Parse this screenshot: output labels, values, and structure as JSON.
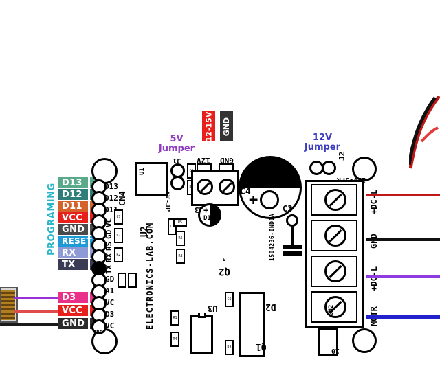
{
  "board": {
    "title": "ELECTRONICS-LAB.COM",
    "watermark": "ELECTRONICS-LAB.COM",
    "part_marking": "1504236-IND1A"
  },
  "programming_header": {
    "group_label": "PROGRAMING",
    "group_color": "#29b6c8",
    "pins": [
      {
        "label": "D13",
        "color": "#5aa98b",
        "silk": "D13"
      },
      {
        "label": "D12",
        "color": "#2e7d78",
        "silk": "D12"
      },
      {
        "label": "D11",
        "color": "#d4622a",
        "silk": "D11"
      },
      {
        "label": "VCC",
        "color": "#e8201c",
        "silk": "VC"
      },
      {
        "label": "GND",
        "color": "#4a4a4a",
        "silk": "GD"
      },
      {
        "label": "RESET",
        "color": "#1e9ad6",
        "silk": "RS"
      },
      {
        "label": "RX",
        "color": "#8d9ad6",
        "silk": "RX"
      },
      {
        "label": "TX",
        "color": "#3b3b55",
        "silk": "TX"
      }
    ],
    "connector_ref": "CN4"
  },
  "aux_header": {
    "silks": [
      "GD",
      "A1",
      "VC"
    ],
    "pins": [
      {
        "label": "D3",
        "color": "#e8308a",
        "wire_color": "#9b30d9"
      },
      {
        "label": "VCC",
        "color": "#e8201c",
        "wire_color": "#e04c4c"
      },
      {
        "label": "GND",
        "color": "#2b2b2b",
        "wire_color": "#1a1a1a"
      }
    ],
    "silks_lower": [
      "D3",
      "VC",
      "GD"
    ],
    "connector_ref": "CN6"
  },
  "jumpers": [
    {
      "name": "5V Jumper",
      "color": "#8e3bbf",
      "ref": "J1",
      "silk": "5V-JP",
      "line1": "5V",
      "line2": "Jumper"
    },
    {
      "name": "12V Jumper",
      "color": "#3b3bbf",
      "ref": "J2",
      "silk": "12V-JPR",
      "line1": "12V",
      "line2": "Jumper"
    }
  ],
  "power_input": {
    "labels": [
      {
        "text": "12-15V",
        "bg": "#e8201c"
      },
      {
        "text": "GND",
        "bg": "#333333"
      }
    ],
    "silk_12v": "12V",
    "silk_gnd": "GND",
    "connector_ref": "CN3"
  },
  "terminal_block": {
    "ref": "CN2",
    "terminals": [
      {
        "label": "+DC-L",
        "wire_color": "#c01818"
      },
      {
        "label": "GND",
        "wire_color": "#111111"
      },
      {
        "label": "+DC-L",
        "wire_color": "#8e3bdf"
      },
      {
        "label": "MOTR",
        "wire_color": "#2222cc"
      }
    ]
  },
  "components": [
    {
      "ref": "U1"
    },
    {
      "ref": "U2"
    },
    {
      "ref": "U3"
    },
    {
      "ref": "C1"
    },
    {
      "ref": "C2"
    },
    {
      "ref": "C3"
    },
    {
      "ref": "C4"
    },
    {
      "ref": "C5"
    },
    {
      "ref": "C6"
    },
    {
      "ref": "C7"
    },
    {
      "ref": "R1"
    },
    {
      "ref": "R2"
    },
    {
      "ref": "R3"
    },
    {
      "ref": "R4"
    },
    {
      "ref": "R5"
    },
    {
      "ref": "R6"
    },
    {
      "ref": "R7"
    },
    {
      "ref": "R8"
    },
    {
      "ref": "D1"
    },
    {
      "ref": "D2"
    },
    {
      "ref": "Q1"
    },
    {
      "ref": "Q2"
    }
  ],
  "colors": {
    "background": "#ffffff",
    "silkscreen": "#000000",
    "accent_teal": "#29b6c8",
    "accent_purple": "#8e3bbf",
    "accent_blue": "#3b3bbf",
    "red": "#e8201c"
  }
}
